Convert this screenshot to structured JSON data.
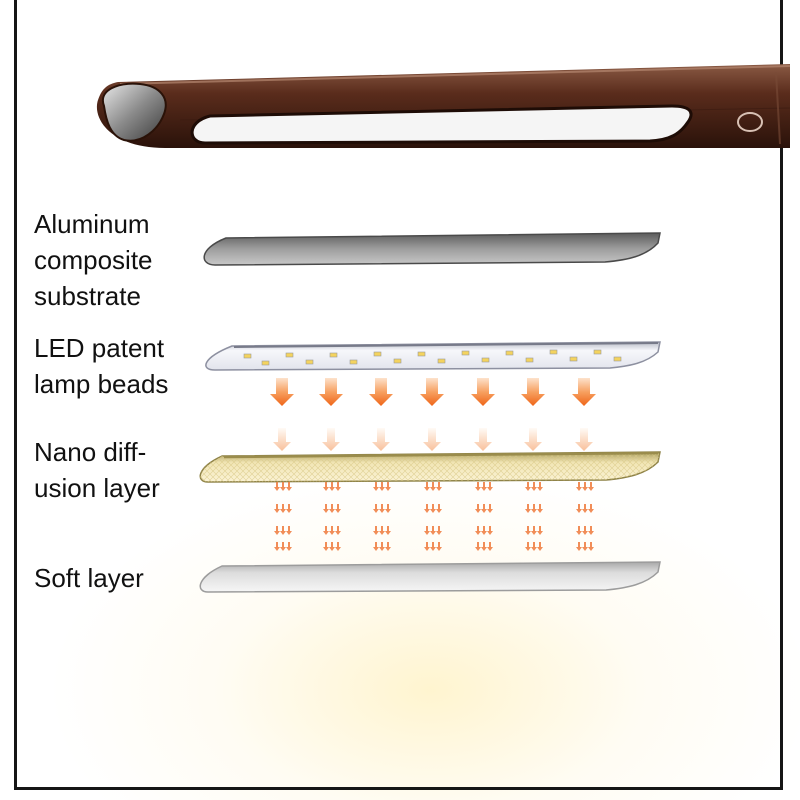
{
  "layers": [
    {
      "lines": [
        "Aluminum",
        "composite",
        "substrate"
      ]
    },
    {
      "lines": [
        "LED patent",
        "lamp beads"
      ]
    },
    {
      "lines": [
        "Nano diff-",
        "usion layer"
      ]
    },
    {
      "lines": [
        "Soft layer"
      ]
    }
  ],
  "colors": {
    "lamp_body": "#5a2c1c",
    "arrow": "#f06a22",
    "diffusion_layer": "#b4a869",
    "substrate": "#8d8d8d",
    "soft_layer": "#d4d4d4"
  }
}
